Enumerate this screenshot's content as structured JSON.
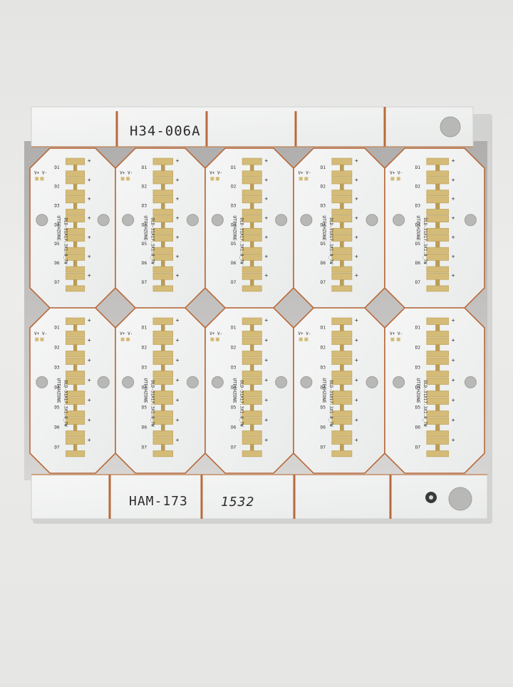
{
  "photo": {
    "subject": "LED aluminium PCB panel",
    "colors": {
      "table": "#e8e8e6",
      "board": "#f3f4f3",
      "board_shade": "#e6e8e8",
      "copper": "#b86a3c",
      "gold_pad": "#d4bb78",
      "gold_pad_dark": "#b99d55",
      "silkscreen": "#2c2c2c",
      "hole": "#b8b8b6"
    }
  },
  "panel": {
    "top_label": "H34-006A",
    "bottom_label_left": "HAM-173",
    "bottom_label_right": "1532"
  },
  "module": {
    "brand": "UTECHZONE",
    "part_number": "DLD-31X17.3X1.8_7W",
    "supply_label": "V+ V-",
    "led_labels": [
      "D1",
      "D2",
      "D3",
      "D4",
      "D5",
      "D6",
      "D7"
    ],
    "pad_polarity": "+"
  }
}
